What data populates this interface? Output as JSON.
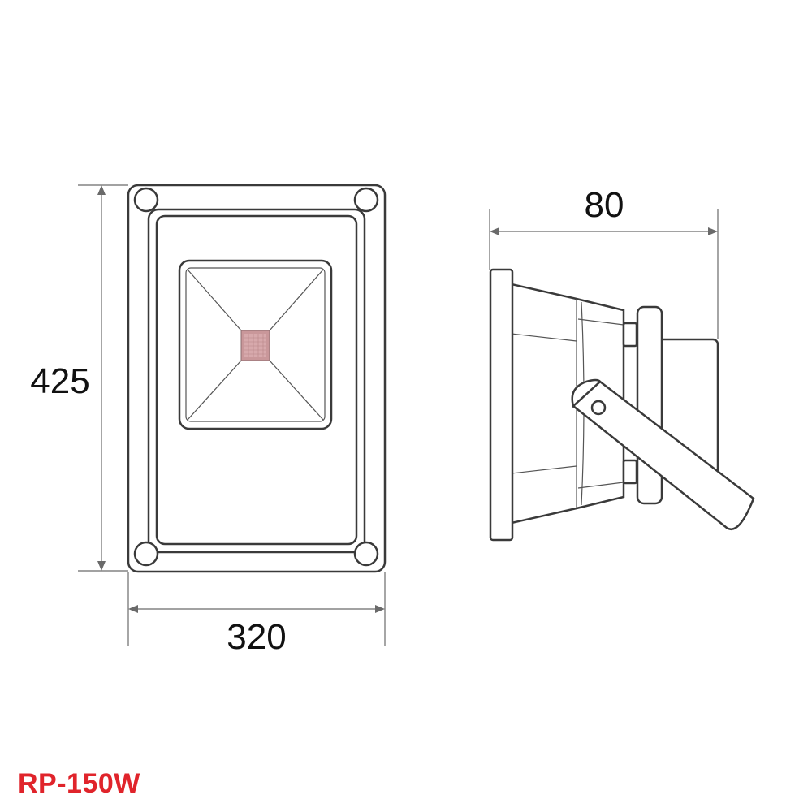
{
  "dimensions": {
    "height": "425",
    "width": "320",
    "depth": "80"
  },
  "model": {
    "label": "RP-150W",
    "color": "#e0242b"
  }
}
